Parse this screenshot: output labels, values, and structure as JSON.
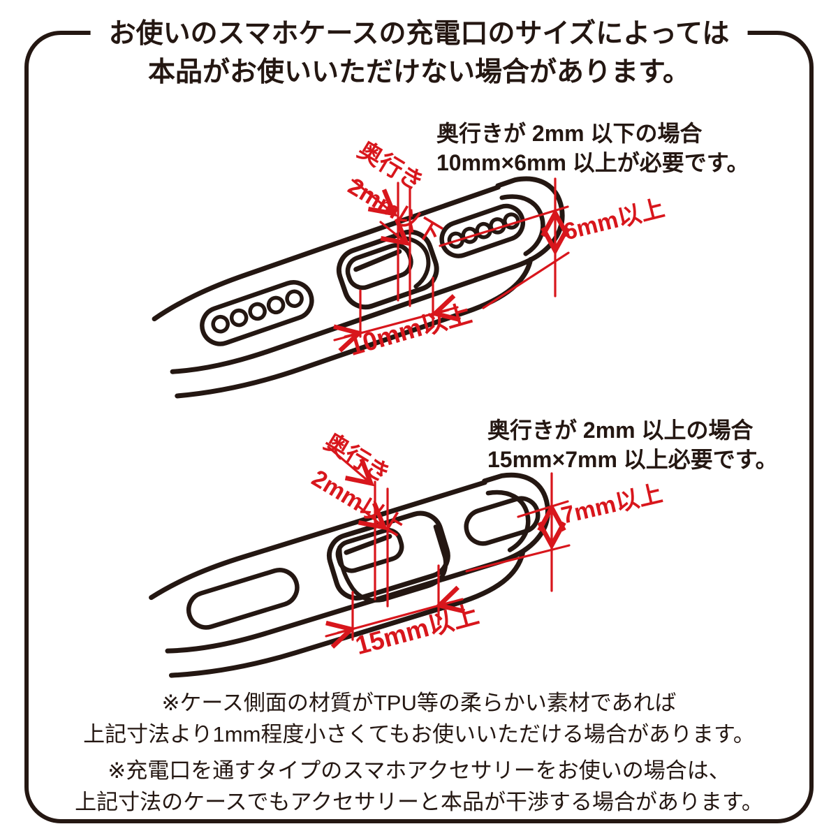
{
  "colors": {
    "ink": "#241712",
    "red": "#d8161c",
    "background": "#ffffff"
  },
  "title": {
    "line1": "お使いのスマホケースの充電口のサイズによっては",
    "line2": "本品がお使いいただけない場合があります。"
  },
  "diagram1": {
    "heading_line1": "奥行きが 2mm 以下の場合",
    "heading_line2": "10mm×6mm 以上が必要です。",
    "labels": {
      "depth": "奥行き",
      "depth_value": "2mm以下",
      "height": "6mm以上",
      "width": "10mm以上"
    }
  },
  "diagram2": {
    "heading_line1": "奥行きが 2mm 以上の場合",
    "heading_line2": "15mm×7mm 以上必要です。",
    "labels": {
      "depth": "奥行き",
      "depth_value": "2mm以上",
      "height": "7mm以上",
      "width": "15mm以上"
    }
  },
  "notes": [
    {
      "line1": "※ケース側面の材質がTPU等の柔らかい素材であれば",
      "line2": "上記寸法より1mm程度小さくてもお使いいただける場合があります。"
    },
    {
      "line1": "※充電口を通すタイプのスマホアクセサリーをお使いの場合は、",
      "line2": "上記寸法のケースでもアクセサリーと本品が干渉する場合があります。"
    }
  ]
}
